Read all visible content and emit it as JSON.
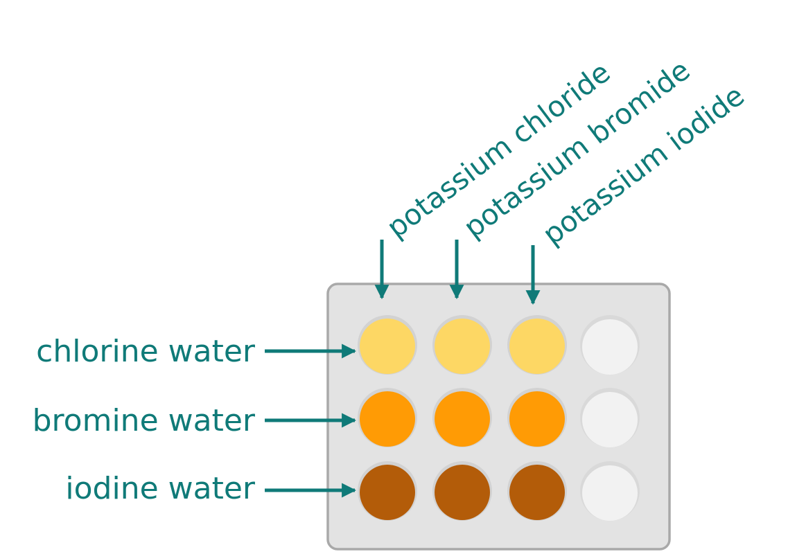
{
  "columns": [
    {
      "label": "potassium chloride"
    },
    {
      "label": "potassium bromide"
    },
    {
      "label": "potassium iodide"
    }
  ],
  "rows": [
    {
      "label": "chlorine water",
      "color": "#fdd764"
    },
    {
      "label": "bromine water",
      "color": "#ff9b05"
    },
    {
      "label": "iodine water",
      "color": "#b35c09"
    }
  ],
  "colors": {
    "label_text": "#0f7a78",
    "arrow": "#0f7a78",
    "plate_fill": "#e3e3e3",
    "plate_border": "#a9a9a9",
    "empty_well": "#f2f2f2"
  }
}
